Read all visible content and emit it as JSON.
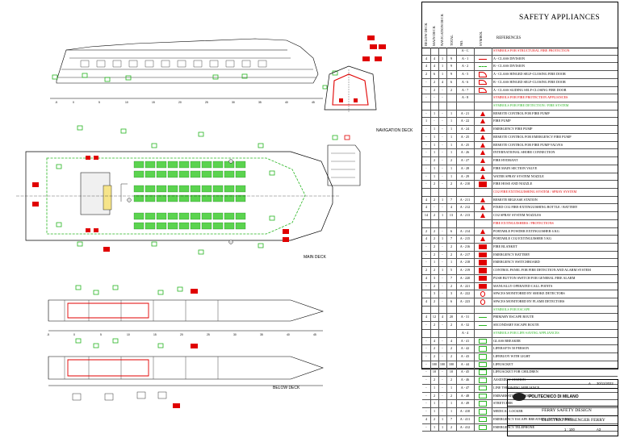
{
  "sheet": {
    "title": "SAFETY APPLIANCES",
    "references_label": "REFERENCES",
    "column_headers": [
      "BELOW DECK",
      "MAIN DECK",
      "NAVIGATION DECK",
      "TOTAL",
      "NO.",
      "SYMBOL"
    ]
  },
  "views": {
    "navigation_deck": "NAVIGATION DECK",
    "main_deck": "MAIN DECK",
    "below_deck": "BELOW DECK",
    "ruler_ticks": [
      "-5",
      "0",
      "5",
      "10",
      "15",
      "20",
      "25",
      "30",
      "35",
      "40",
      "45",
      "50"
    ]
  },
  "legend_rows": [
    {
      "type": "hdr",
      "no": "A - C",
      "label": "SYMBOLS FOR STRUCTURAL FIRE PROTECTION"
    },
    {
      "bd": "4",
      "md": "4",
      "nd": "1",
      "tot": "9",
      "no": "A - 1",
      "label": "A - CLASS DIVISION",
      "sym": "line-red"
    },
    {
      "bd": "4",
      "md": "4",
      "nd": "1",
      "tot": "9",
      "no": "A - 2",
      "label": "B - CLASS DIVISION",
      "sym": "line-green"
    },
    {
      "bd": "2",
      "md": "6",
      "nd": "1",
      "tot": "9",
      "no": "A - 5",
      "label": "A - CLASS HINGED SELF-CLOSING FIRE DOOR",
      "sym": "door"
    },
    {
      "bd": "-",
      "md": "2",
      "nd": "4",
      "tot": "6",
      "no": "A - 6",
      "label": "B - CLASS HINGED SELF-CLOSING FIRE DOOR",
      "sym": "door"
    },
    {
      "bd": "-",
      "md": "2",
      "nd": "-",
      "tot": "2",
      "no": "A - 7",
      "label": "A - CLASS SLIDING SELF-CLOSING FIRE DOOR",
      "sym": "door"
    },
    {
      "bd": "-",
      "md": "-",
      "nd": "-",
      "tot": "",
      "no": "A - 8",
      "label": "SYMBOLS FOR FIRE PROTECTION APPLIANCES",
      "sym": "",
      "type": "hdr"
    },
    {
      "type": "hdr g",
      "no": "",
      "label": "SYMBOLS FOR FIRE DETECTION / FIRE SYSTEM"
    },
    {
      "bd": "-",
      "md": "1",
      "nd": "-",
      "tot": "1",
      "no": "A - 21",
      "label": "REMOTE CONTROL FOR FIRE PUMP",
      "sym": "tri"
    },
    {
      "bd": "1",
      "md": "-",
      "nd": "-",
      "tot": "1",
      "no": "A - 22",
      "label": "FIRE PUMP",
      "sym": "tri"
    },
    {
      "bd": "-",
      "md": "1",
      "nd": "-",
      "tot": "1",
      "no": "A - 24",
      "label": "EMERGENCY FIRE PUMP",
      "sym": "tri"
    },
    {
      "bd": "-",
      "md": "1",
      "nd": "-",
      "tot": "1",
      "no": "A - 25",
      "label": "REMOTE CONTROL FOR EMERGENCY FIRE PUMP",
      "sym": "tri"
    },
    {
      "bd": "-",
      "md": "1",
      "nd": "-",
      "tot": "1",
      "no": "A - 25",
      "label": "REMOTE CONTROL FOR FIRE PUMP VALVES",
      "sym": "tri"
    },
    {
      "bd": "-",
      "md": "1",
      "nd": "-",
      "tot": "1",
      "no": "A - 26",
      "label": "INTERNATIONAL SHORE CONNECTION",
      "sym": "tri"
    },
    {
      "bd": "-",
      "md": "2",
      "nd": "-",
      "tot": "2",
      "no": "A - 27",
      "label": "FIRE HYDRANT",
      "sym": "tri"
    },
    {
      "bd": "-",
      "md": "1",
      "nd": "-",
      "tot": "1",
      "no": "A - 28",
      "label": "FIRE MAIN SECTION VALVE",
      "sym": "tri"
    },
    {
      "bd": "-",
      "md": "1",
      "nd": "-",
      "tot": "1",
      "no": "A - 29",
      "label": "WATER SPRAY SYSTEM NOZZLE",
      "sym": "tri"
    },
    {
      "bd": "-",
      "md": "2",
      "nd": "-",
      "tot": "2",
      "no": "A - 210",
      "label": "FIRE HOSE AND NOZZLE",
      "sym": "box-red"
    },
    {
      "type": "hdr",
      "no": "",
      "label": "CO2 FIRE EXTINGUISHING SYSTEM / SPRAY SYSTEM"
    },
    {
      "bd": "4",
      "md": "2",
      "nd": "1",
      "tot": "7",
      "no": "A - 211",
      "label": "REMOTE RELEASE STATION",
      "sym": "tri"
    },
    {
      "bd": "4",
      "md": "-",
      "nd": "-",
      "tot": "4",
      "no": "A - 212",
      "label": "FIXED CO2 FIRE-EXTINGUISHING BOTTLE / BATTERY",
      "sym": "tri"
    },
    {
      "bd": "14",
      "md": "2",
      "nd": "1",
      "tot": "13",
      "no": "A - 213",
      "label": "CO2 SPRAY SYSTEM NOZZLES",
      "sym": "tri"
    },
    {
      "type": "hdr",
      "no": "",
      "label": "FIRE EXTINGUISHERS / PROTECTIONS"
    },
    {
      "bd": "2",
      "md": "2",
      "nd": "-",
      "tot": "6",
      "no": "A - 214",
      "label": "PORTABLE POWDER EXTINGUISHER 6 KG",
      "sym": "tri"
    },
    {
      "bd": "4",
      "md": "2",
      "nd": "1",
      "tot": "7",
      "no": "A - 215",
      "label": "PORTABLE CO2 EXTINGUISHER 5 KG",
      "sym": "tri"
    },
    {
      "bd": "-",
      "md": "2",
      "nd": "-",
      "tot": "2",
      "no": "A - 216",
      "label": "FIRE BLANKET",
      "sym": "box-red"
    },
    {
      "bd": "-",
      "md": "2",
      "nd": "-",
      "tot": "2",
      "no": "A - 217",
      "label": "EMERGENCY BATTERY",
      "sym": "box-red"
    },
    {
      "bd": "-",
      "md": "1",
      "nd": "-",
      "tot": "1",
      "no": "A - 218",
      "label": "EMERGENCY SWITCHBOARD",
      "sym": "box-red"
    },
    {
      "bd": "2",
      "md": "2",
      "nd": "1",
      "tot": "5",
      "no": "A - 219",
      "label": "CONTROL PANEL FOR FIRE DETECTION AND ALARM SYSTEM",
      "sym": "box-red"
    },
    {
      "bd": "4",
      "md": "3",
      "nd": "-",
      "tot": "7",
      "no": "A - 220",
      "label": "PUSH BUTTON SWITCH FOR GENERAL FIRE ALARM",
      "sym": "box-red"
    },
    {
      "bd": "-",
      "md": "2",
      "nd": "-",
      "tot": "2",
      "no": "A - 221",
      "label": "MANUALLY OPERATED CALL POINTS",
      "sym": "box-red"
    },
    {
      "bd": "-",
      "md": "3",
      "nd": "-",
      "tot": "3",
      "no": "A - 222",
      "label": "SPACES MONITORED BY SMOKE DETECTORS",
      "sym": "circ"
    },
    {
      "bd": "4",
      "md": "2",
      "nd": "-",
      "tot": "6",
      "no": "A - 223",
      "label": "SPACES MONITORED BY FLAME DETECTORS",
      "sym": "circ"
    },
    {
      "type": "hdr g",
      "no": "",
      "label": "SYMBOLS FOR ESCAPE"
    },
    {
      "bd": "4",
      "md": "12",
      "nd": "4",
      "tot": "20",
      "no": "A - 31",
      "label": "PRIMARY ESCAPE ROUTE",
      "sym": "arrow"
    },
    {
      "bd": "-",
      "md": "2",
      "nd": "-",
      "tot": "2",
      "no": "A - 32",
      "label": "SECONDARY ESCAPE ROUTE",
      "sym": "arrow"
    },
    {
      "type": "hdr g",
      "no": "A - 4",
      "label": "SYMBOLS FOR LIFE-SAVING APPLIANCES"
    },
    {
      "bd": "-",
      "md": "4",
      "nd": "-",
      "tot": "4",
      "no": "A - 41",
      "label": "GLASS BREAKER",
      "sym": "box-green"
    },
    {
      "bd": "-",
      "md": "2",
      "nd": "-",
      "tot": "2",
      "no": "A - 42",
      "label": "LIFERAFTS 50 PERSON",
      "sym": "box-green"
    },
    {
      "bd": "-",
      "md": "2",
      "nd": "-",
      "tot": "2",
      "no": "A - 43",
      "label": "LIFEBUOY WITH LIGHT",
      "sym": "box-green"
    },
    {
      "bd": "-",
      "md": "100",
      "nd": "100",
      "tot": "100",
      "no": "A - 44",
      "label": "LIFEJACKET",
      "sym": "box-green"
    },
    {
      "bd": "-",
      "md": "10",
      "nd": "-",
      "tot": "10",
      "no": "A - 45",
      "label": "LIFEJACKET FOR CHILDREN",
      "sym": "box-green"
    },
    {
      "bd": "-",
      "md": "2",
      "nd": "-",
      "tot": "2",
      "no": "A - 46",
      "label": "ASSEMBLY STATION",
      "sym": "box-green"
    },
    {
      "bd": "-",
      "md": "1",
      "nd": "-",
      "tot": "1",
      "no": "A - 47",
      "label": "LINE THROWING APPLIANCE",
      "sym": "box-green"
    },
    {
      "bd": "-",
      "md": "2",
      "nd": "-",
      "tot": "2",
      "no": "A - 48",
      "label": "EMBARKATION LADDER",
      "sym": "box-green"
    },
    {
      "bd": "-",
      "md": "1",
      "nd": "-",
      "tot": "1",
      "no": "A - 49",
      "label": "STRETCHER",
      "sym": "box-green"
    },
    {
      "bd": "-",
      "md": "1",
      "nd": "-",
      "tot": "1",
      "no": "A - 410",
      "label": "MEDICAL LOCKER",
      "sym": "box-green"
    },
    {
      "bd": "4",
      "md": "2",
      "nd": "1",
      "tot": "7",
      "no": "A - 411",
      "label": "EMERGENCY ESCAPE BREATHING DEVICE (EEBD)",
      "sym": "box-green"
    },
    {
      "bd": "-",
      "md": "1",
      "nd": "1",
      "tot": "2",
      "no": "A - 412",
      "label": "EMERGENCY TELEPHONE",
      "sym": "box-green"
    }
  ],
  "title_block": {
    "company": "POLITECNICO DI MILANO",
    "project": "FERRY SAFETY DESIGN",
    "subtitle": "ELECTRIC PASSENGER FERRY",
    "rev": "A",
    "date": "30/11/2022",
    "scale": "1 : 100",
    "sheet": "A3"
  },
  "colors": {
    "red": "#e00000",
    "green": "#27b520",
    "ink": "#000000",
    "hatch": "#4a4a4a"
  }
}
